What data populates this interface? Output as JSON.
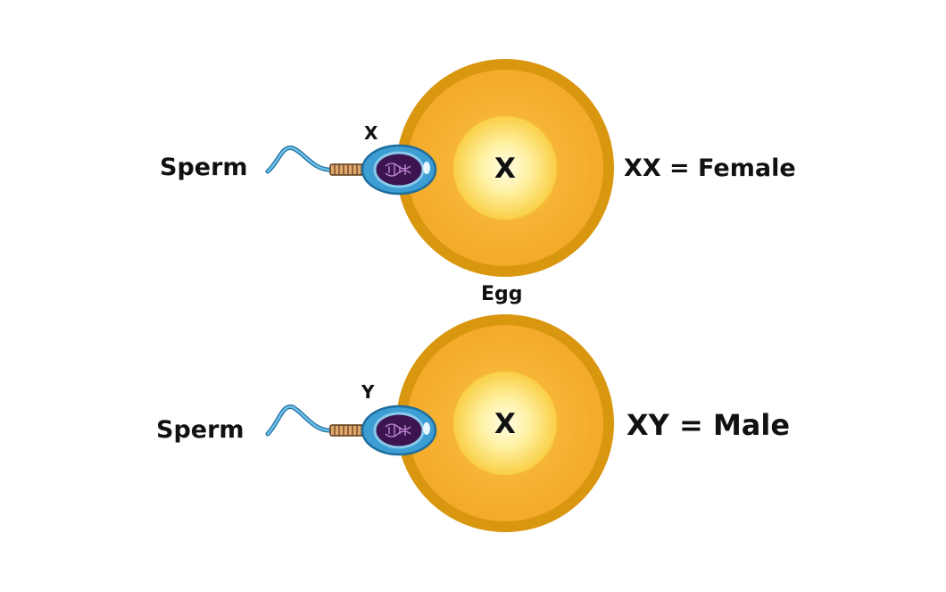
{
  "labels": {
    "sperm_top": "Sperm",
    "sperm_bottom": "Sperm",
    "chrom_top": "X",
    "chrom_bottom": "Y",
    "egg_x_top": "X",
    "egg_x_bottom": "X",
    "egg": "Egg",
    "result_top": "XX = Female",
    "result_bottom": "XY = Male"
  },
  "colors": {
    "egg_rim": "#D9960F",
    "egg_body": "#F7B02F",
    "egg_core_outer": "#FCDC4E",
    "egg_core_inner": "#FFF9CF",
    "sperm_head": "#3D9ED3",
    "sperm_head_outline": "#1E6E9E",
    "nucleus": "#3C1550",
    "midpiece": "#E2A86B",
    "tail": "#4AA5D6",
    "text": "#111111"
  },
  "icons": {
    "sperm": "sperm-cell-icon",
    "egg": "egg-cell-icon"
  }
}
